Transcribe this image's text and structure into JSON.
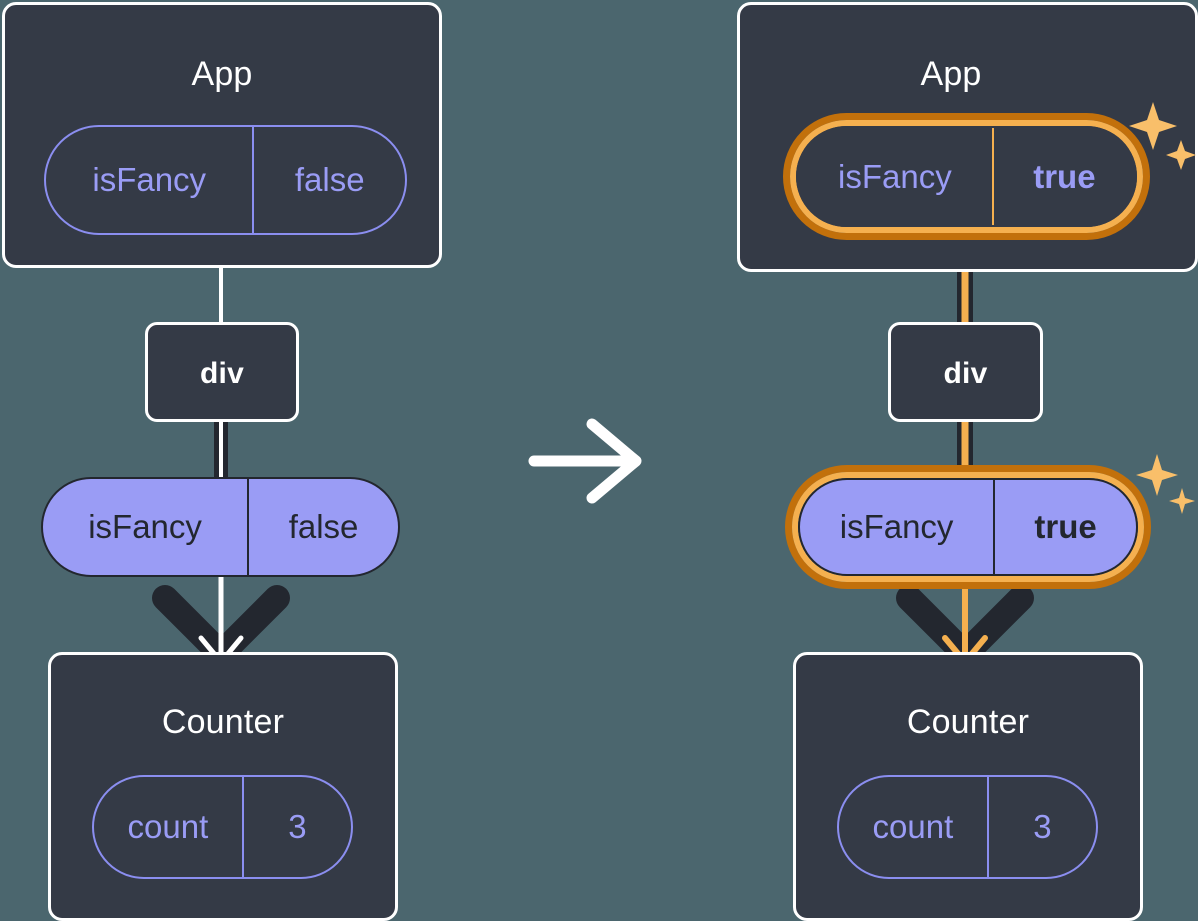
{
  "diagram": {
    "title": "React state update propagation",
    "type": "react-component-tree-before-after",
    "background_color": "#4b666e",
    "transition_icon": "right-arrow-icon",
    "highlight_color": "#f5b04f",
    "highlight_color_dark": "#c2700b",
    "prop_pill_color": "#9a9cf5"
  },
  "before": {
    "app": {
      "title": "App",
      "state": {
        "name": "isFancy",
        "value": "false",
        "highlighted": false,
        "bold_value": false
      }
    },
    "div": {
      "title": "div"
    },
    "prop": {
      "name": "isFancy",
      "value": "false",
      "highlighted": false,
      "bold_value": false
    },
    "counter": {
      "title": "Counter",
      "state": {
        "name": "count",
        "value": "3",
        "highlighted": false,
        "bold_value": false
      }
    }
  },
  "after": {
    "app": {
      "title": "App",
      "state": {
        "name": "isFancy",
        "value": "true",
        "highlighted": true,
        "bold_value": true
      },
      "sparkles_icon": "sparkles-icon"
    },
    "div": {
      "title": "div"
    },
    "prop": {
      "name": "isFancy",
      "value": "true",
      "highlighted": true,
      "bold_value": true,
      "sparkles_icon": "sparkles-icon"
    },
    "counter": {
      "title": "Counter",
      "state": {
        "name": "count",
        "value": "3",
        "highlighted": false,
        "bold_value": false
      }
    }
  }
}
